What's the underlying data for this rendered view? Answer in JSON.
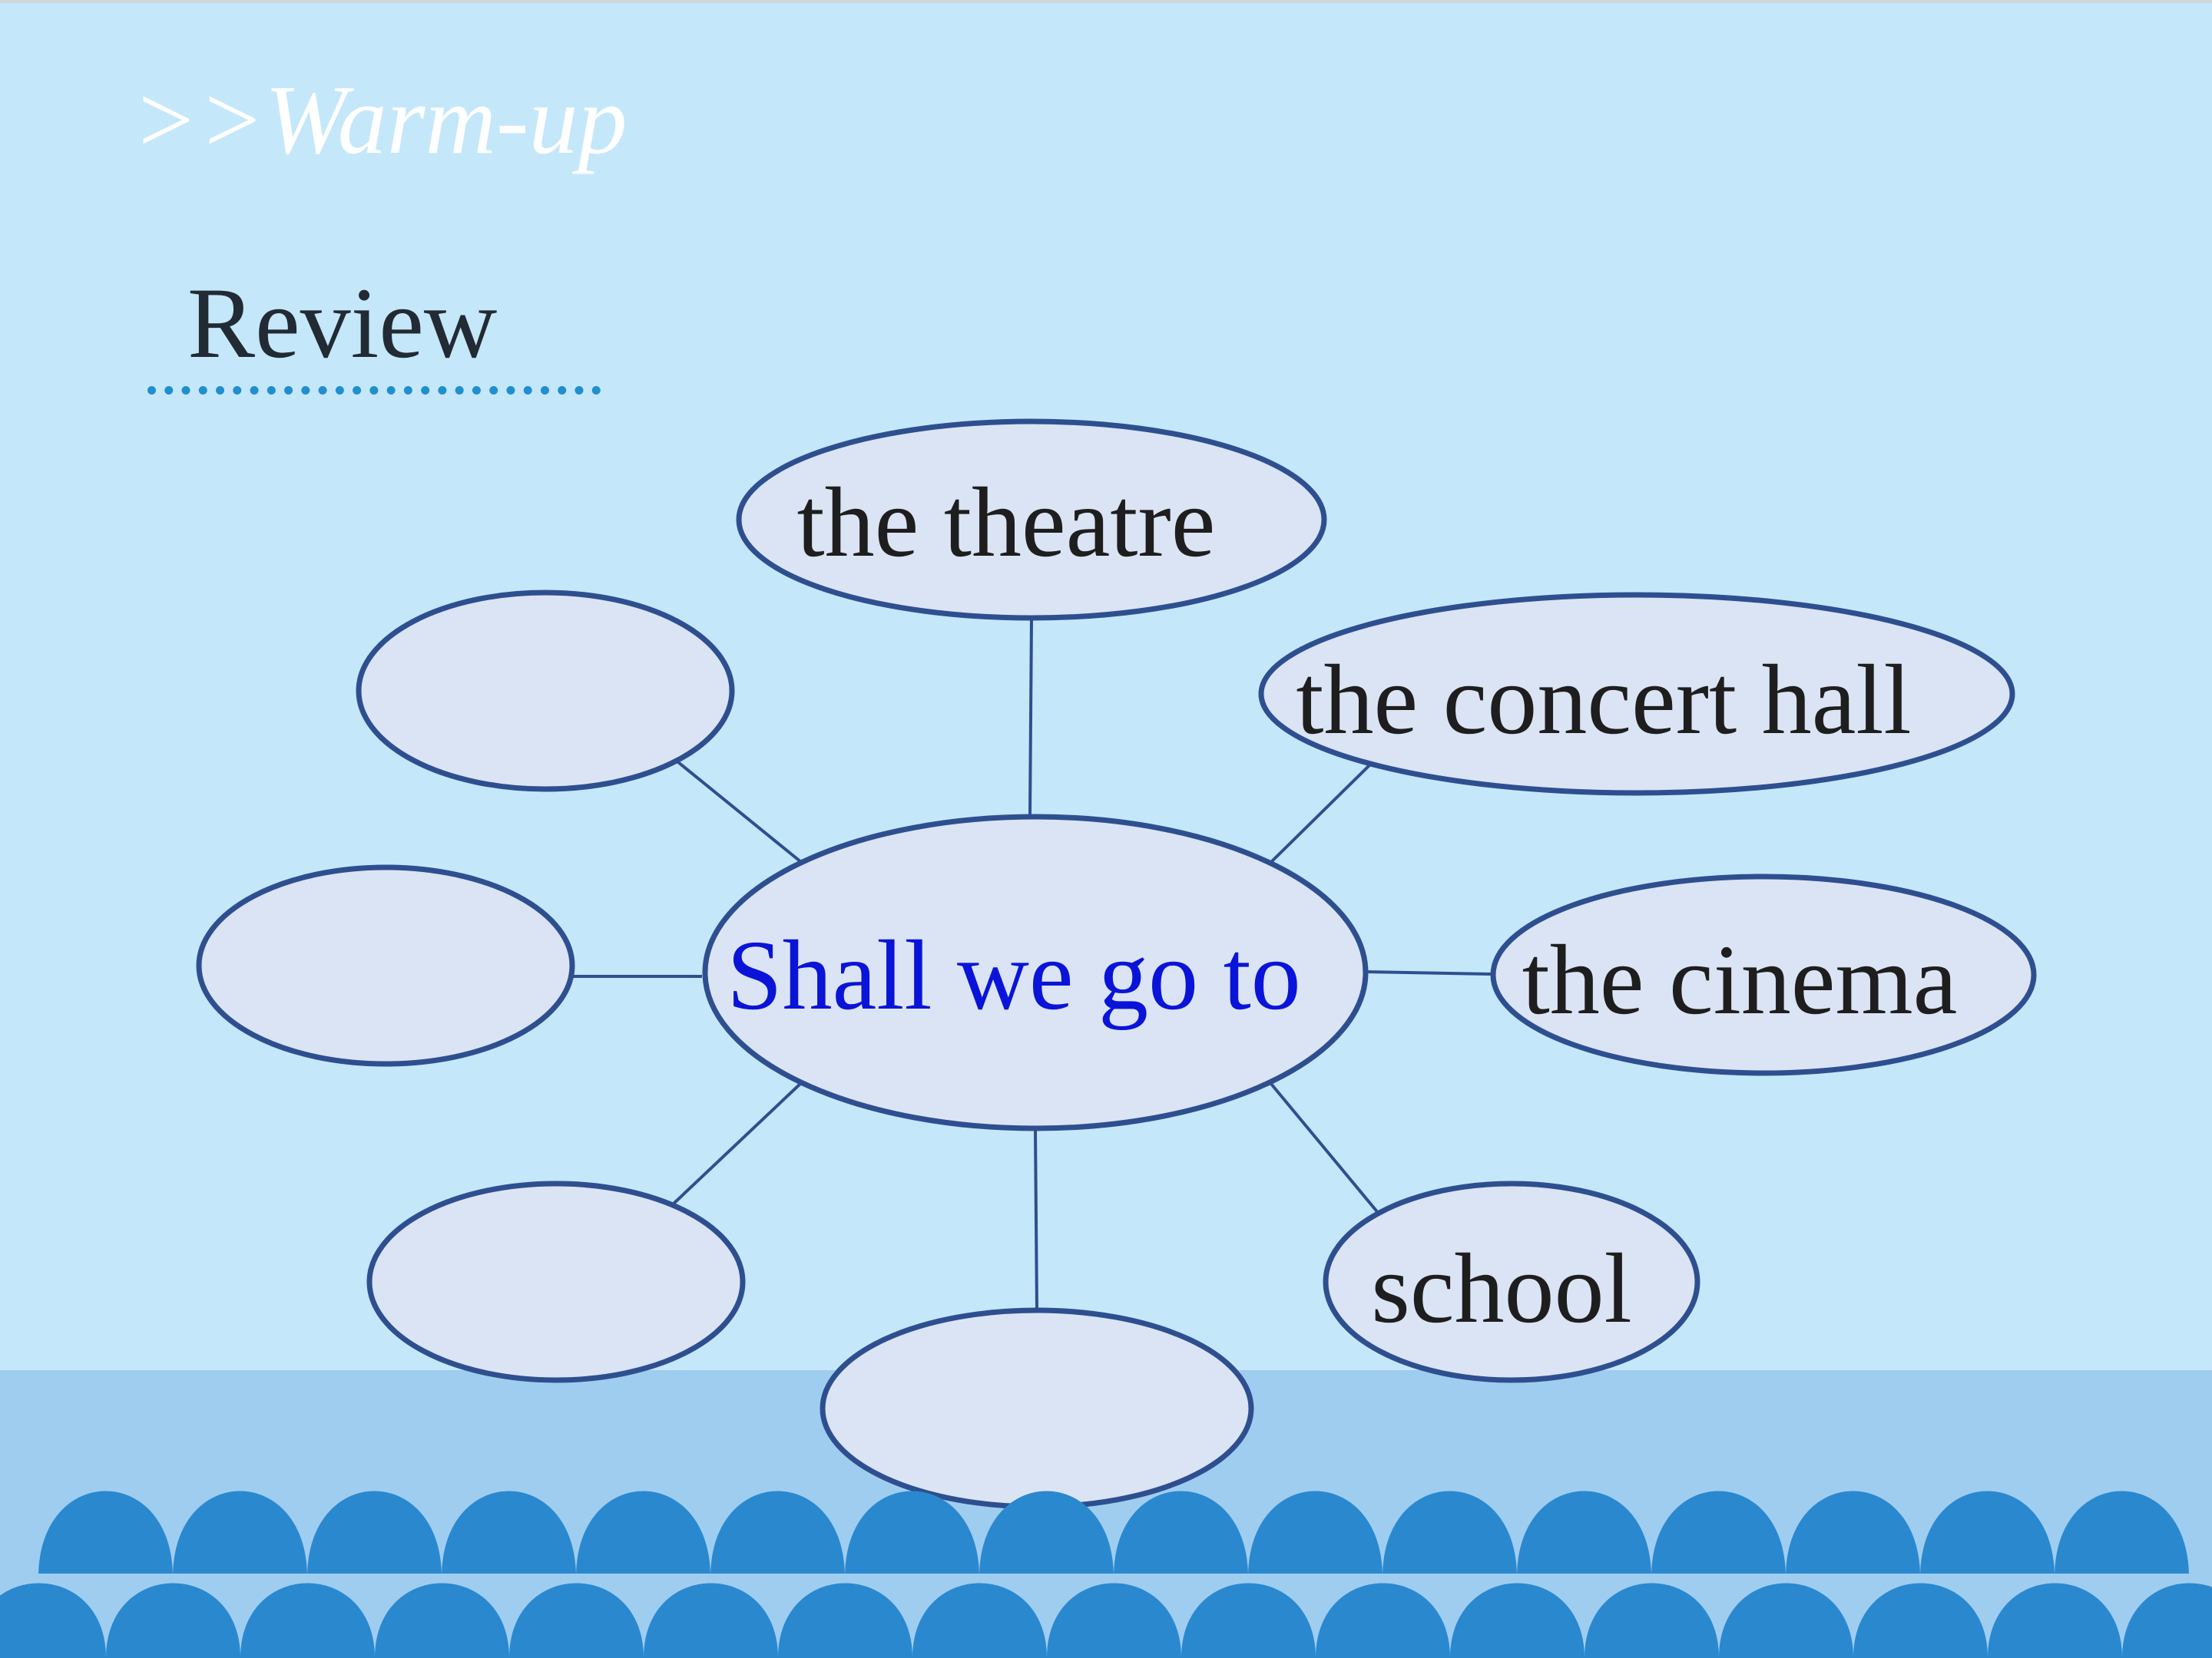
{
  "slide": {
    "section_title": ">>Warm-up",
    "heading": "Review"
  },
  "diagram": {
    "center": "Shall we go to",
    "nodes": [
      "the theatre",
      "the concert hall",
      "the cinema",
      "school",
      "",
      "",
      "",
      ""
    ]
  },
  "colors": {
    "background": "#c5e7fa",
    "bottom_band": "#9fcdf0",
    "wave": "#2a88cf",
    "bubble_fill": "#dbe4f4",
    "bubble_stroke": "#2e4f8f",
    "hub_text": "#0a14d8"
  }
}
